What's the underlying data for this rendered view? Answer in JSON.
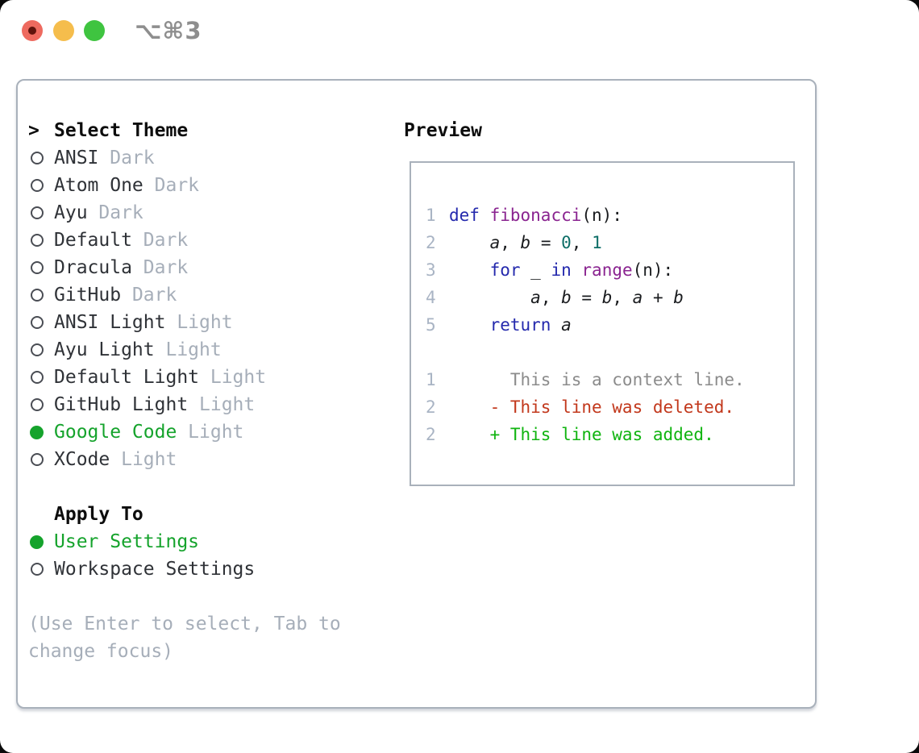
{
  "window": {
    "title": "⌥⌘3"
  },
  "panel": {
    "prompt": ">",
    "title": "Select Theme",
    "themes": [
      {
        "name": "ANSI",
        "variant": "Dark",
        "selected": false
      },
      {
        "name": "Atom One",
        "variant": "Dark",
        "selected": false
      },
      {
        "name": "Ayu",
        "variant": "Dark",
        "selected": false
      },
      {
        "name": "Default",
        "variant": "Dark",
        "selected": false
      },
      {
        "name": "Dracula",
        "variant": "Dark",
        "selected": false
      },
      {
        "name": "GitHub",
        "variant": "Dark",
        "selected": false
      },
      {
        "name": "ANSI Light",
        "variant": "Light",
        "selected": false
      },
      {
        "name": "Ayu Light",
        "variant": "Light",
        "selected": false
      },
      {
        "name": "Default Light",
        "variant": "Light",
        "selected": false
      },
      {
        "name": "GitHub Light",
        "variant": "Light",
        "selected": false
      },
      {
        "name": "Google Code",
        "variant": "Light",
        "selected": true
      },
      {
        "name": "XCode",
        "variant": "Light",
        "selected": false
      }
    ],
    "apply_to": {
      "title": "Apply To",
      "options": [
        {
          "label": "User Settings",
          "selected": true
        },
        {
          "label": "Workspace Settings",
          "selected": false
        }
      ]
    },
    "help": "(Use Enter to select, Tab to change focus)"
  },
  "preview": {
    "title": "Preview",
    "lines": [
      {
        "num": "1",
        "tokens": [
          [
            "kw",
            "def"
          ],
          [
            "pl",
            " "
          ],
          [
            "fn",
            "fibonacci"
          ],
          [
            "pl",
            "(n):"
          ]
        ]
      },
      {
        "num": "2",
        "tokens": [
          [
            "pl",
            "    "
          ],
          [
            "var",
            "a"
          ],
          [
            "pl",
            ", "
          ],
          [
            "var",
            "b"
          ],
          [
            "pl",
            " = "
          ],
          [
            "lit",
            "0"
          ],
          [
            "pl",
            ", "
          ],
          [
            "lit",
            "1"
          ]
        ]
      },
      {
        "num": "3",
        "tokens": [
          [
            "pl",
            "    "
          ],
          [
            "kw",
            "for"
          ],
          [
            "pl",
            " _ "
          ],
          [
            "kw",
            "in"
          ],
          [
            "pl",
            " "
          ],
          [
            "fn",
            "range"
          ],
          [
            "pl",
            "(n):"
          ]
        ]
      },
      {
        "num": "4",
        "tokens": [
          [
            "pl",
            "        "
          ],
          [
            "var",
            "a"
          ],
          [
            "pl",
            ", "
          ],
          [
            "var",
            "b"
          ],
          [
            "pl",
            " = "
          ],
          [
            "var",
            "b"
          ],
          [
            "pl",
            ", "
          ],
          [
            "var",
            "a"
          ],
          [
            "pl",
            " + "
          ],
          [
            "var",
            "b"
          ]
        ]
      },
      {
        "num": "5",
        "tokens": [
          [
            "pl",
            "    "
          ],
          [
            "kw",
            "return"
          ],
          [
            "pl",
            " "
          ],
          [
            "var",
            "a"
          ]
        ]
      },
      {
        "num": "",
        "tokens": []
      },
      {
        "num": "1",
        "tokens": [
          [
            "ctx",
            "      This is a context line."
          ]
        ]
      },
      {
        "num": "2",
        "tokens": [
          [
            "del",
            "    - This line was deleted."
          ]
        ]
      },
      {
        "num": "2",
        "tokens": [
          [
            "add",
            "    + This line was added."
          ]
        ]
      }
    ]
  },
  "colors": {
    "accent-green": "#15a32c",
    "text-primary": "#2f3237",
    "text-muted": "#a6aeb9",
    "border": "#a9b1bb",
    "line-number": "#a9b4c4",
    "syntax-keyword": "#2429ad",
    "syntax-function": "#8a2490",
    "syntax-number": "#0d6e67",
    "syntax-plain": "#1a1c1f",
    "diff-context": "#8b8b8b",
    "diff-deleted": "#c2381c",
    "diff-added": "#10b410",
    "traffic-red": "#ee6a5f",
    "traffic-red-dot": "#5f130c",
    "traffic-yellow": "#f5bd4c",
    "traffic-green": "#3fc440",
    "title-gray": "#8e8e8e"
  }
}
